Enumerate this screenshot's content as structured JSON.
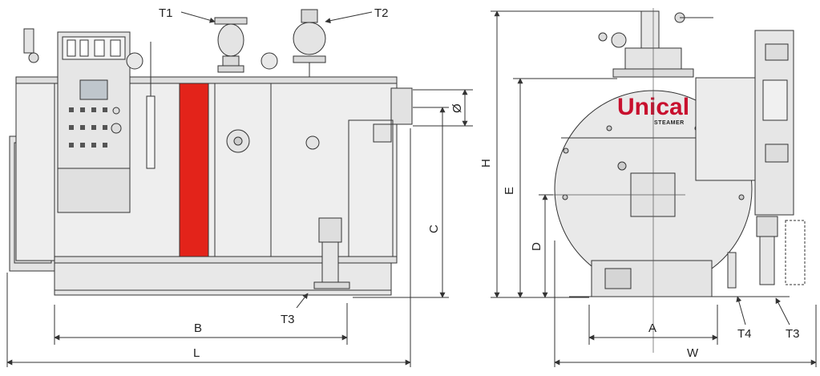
{
  "labels": {
    "t1": "T1",
    "t2": "T2",
    "t3_left": "T3",
    "t3_right": "T3",
    "t4": "T4",
    "dim_b": "B",
    "dim_l": "L",
    "dim_phi": "Ø",
    "dim_c": "C",
    "dim_h": "H",
    "dim_e": "E",
    "dim_d": "D",
    "dim_a": "A",
    "dim_w": "W"
  },
  "brand": {
    "logo": "Unical",
    "sub": "STEAMER",
    "color": "#c8102e"
  },
  "colors": {
    "body_fill": "#e9e9e9",
    "stroke": "#333333",
    "accent_band": "#e3231a",
    "dim_line": "#333333"
  }
}
